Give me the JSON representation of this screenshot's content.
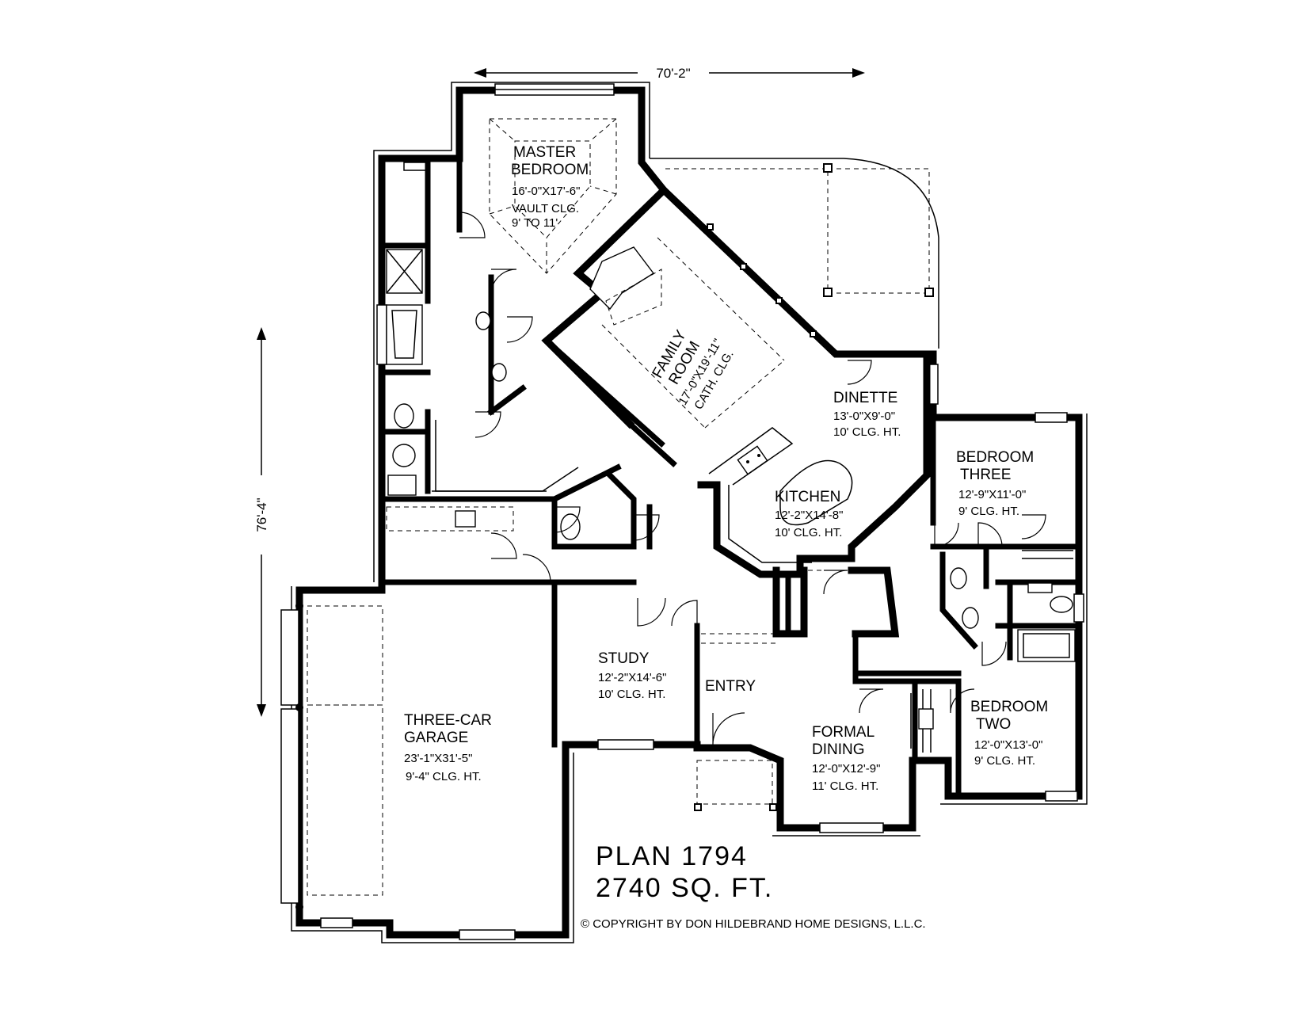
{
  "overall": {
    "width": "70'-2\"",
    "depth": "76'-4\""
  },
  "rooms": {
    "master": {
      "name1": "MASTER",
      "name2": "BEDROOM",
      "size": "16'-0\"X17'-6\"",
      "clg1": "VAULT CLG.",
      "clg2": "9' TO 11'"
    },
    "family": {
      "name1": "FAMILY",
      "name2": "ROOM",
      "size": "17'-0\"X19'-11\"",
      "clg": "CATH. CLG."
    },
    "dinette": {
      "name": "DINETTE",
      "size": "13'-0\"X9'-0\"",
      "clg": "10' CLG. HT."
    },
    "kitchen": {
      "name": "KITCHEN",
      "size": "12'-2\"X14'-8\"",
      "clg": "10' CLG. HT."
    },
    "bed3": {
      "name1": "BEDROOM",
      "name2": "THREE",
      "size": "12'-9\"X11'-0\"",
      "clg": "9' CLG. HT."
    },
    "study": {
      "name": "STUDY",
      "size": "12'-2\"X14'-6\"",
      "clg": "10' CLG. HT."
    },
    "entry": {
      "name": "ENTRY"
    },
    "dining": {
      "name1": "FORMAL",
      "name2": "DINING",
      "size": "12'-0\"X12'-9\"",
      "clg": "11' CLG. HT."
    },
    "bed2": {
      "name1": "BEDROOM",
      "name2": "TWO",
      "size": "12'-0\"X13'-0\"",
      "clg": "9' CLG. HT."
    },
    "garage": {
      "name1": "THREE-CAR",
      "name2": "GARAGE",
      "size": "23'-1\"X31'-5\"",
      "clg": "9'-4\" CLG. HT."
    }
  },
  "plan": {
    "title": "PLAN 1794",
    "area": "2740 SQ. FT."
  },
  "copyright": "© COPYRIGHT BY DON HILDEBRAND HOME DESIGNS, L.L.C."
}
